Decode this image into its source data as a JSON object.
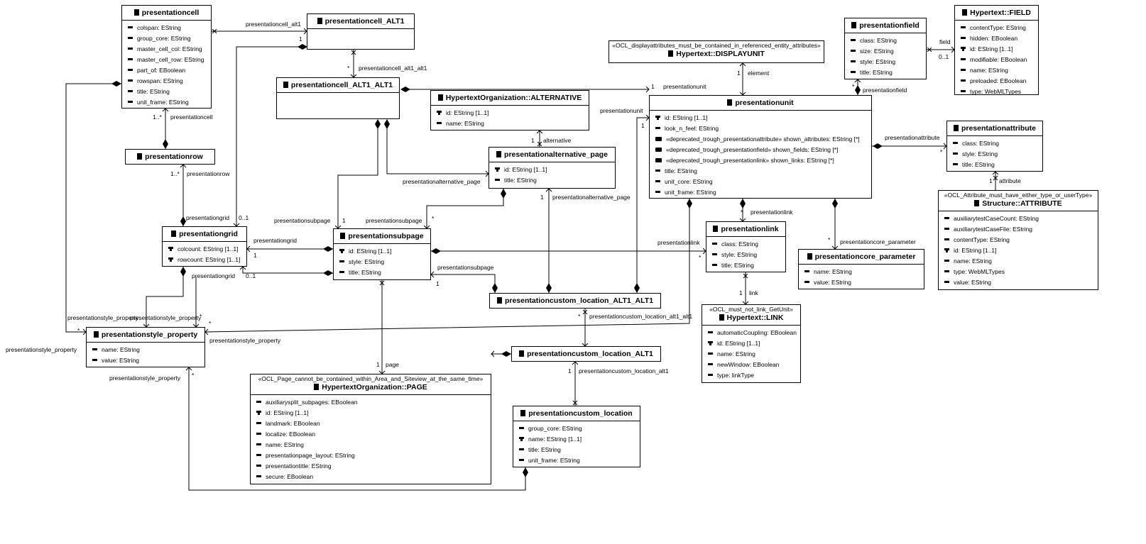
{
  "classes": {
    "presentationcell": {
      "title": "presentationcell",
      "attributes": [
        {
          "text": "colspan: EString",
          "icon": "attribute"
        },
        {
          "text": "group_core: EString",
          "icon": "attribute"
        },
        {
          "text": "master_cell_col: EString",
          "icon": "attribute"
        },
        {
          "text": "master_cell_row: EString",
          "icon": "attribute"
        },
        {
          "text": "part_of: EBoolean",
          "icon": "attribute"
        },
        {
          "text": "rowspan: EString",
          "icon": "attribute"
        },
        {
          "text": "title: EString",
          "icon": "attribute"
        },
        {
          "text": "unit_frame: EString",
          "icon": "attribute"
        }
      ]
    },
    "presentationcell_alt1": {
      "title": "presentationcell_ALT1",
      "attributes": []
    },
    "presentationcell_alt1_alt1": {
      "title": "presentationcell_ALT1_ALT1",
      "attributes": []
    },
    "alternative": {
      "title": "HypertextOrganization::ALTERNATIVE",
      "attributes": [
        {
          "text": "id: EString [1..1]",
          "icon": "key"
        },
        {
          "text": "name: EString",
          "icon": "attribute"
        }
      ]
    },
    "displayunit": {
      "stereotype": "«OCL_displayattributes_must_be_contained_in_referenced_entity_attributes»",
      "title": "Hypertext::DISPLAYUNIT",
      "attributes": []
    },
    "presentationfield": {
      "title": "presentationfield",
      "attributes": [
        {
          "text": "class: EString",
          "icon": "attribute"
        },
        {
          "text": "size: EString",
          "icon": "attribute"
        },
        {
          "text": "style: EString",
          "icon": "attribute"
        },
        {
          "text": "title: EString",
          "icon": "attribute"
        }
      ]
    },
    "field": {
      "title": "Hypertext::FIELD",
      "attributes": [
        {
          "text": "contentType: EString",
          "icon": "attribute"
        },
        {
          "text": "hidden: EBoolean",
          "icon": "attribute"
        },
        {
          "text": "id: EString [1..1]",
          "icon": "key"
        },
        {
          "text": "modifiable: EBoolean",
          "icon": "attribute"
        },
        {
          "text": "name: EString",
          "icon": "attribute"
        },
        {
          "text": "preloaded: EBoolean",
          "icon": "attribute"
        },
        {
          "text": "type: WebMLTypes",
          "icon": "attribute"
        }
      ]
    },
    "presentationrow": {
      "title": "presentationrow",
      "attributes": []
    },
    "presentationunit": {
      "title": "presentationunit",
      "attributes": [
        {
          "text": "id: EString [1..1]",
          "icon": "key"
        },
        {
          "text": "look_n_feel: EString",
          "icon": "attribute"
        },
        {
          "text": "«deprecated_trough_presentationattribute» shown_attributes: EString [*]",
          "icon": "derived"
        },
        {
          "text": "«deprecated_trough_presentationfield» shown_fields: EString [*]",
          "icon": "derived"
        },
        {
          "text": "«deprecated_trough_presentationlink» shown_links: EString [*]",
          "icon": "derived"
        },
        {
          "text": "title: EString",
          "icon": "attribute"
        },
        {
          "text": "unit_core: EString",
          "icon": "attribute"
        },
        {
          "text": "unit_frame: EString",
          "icon": "attribute"
        }
      ]
    },
    "presentationattribute": {
      "title": "presentationattribute",
      "attributes": [
        {
          "text": "class: EString",
          "icon": "attribute"
        },
        {
          "text": "style: EString",
          "icon": "attribute"
        },
        {
          "text": "title: EString",
          "icon": "attribute"
        }
      ]
    },
    "presentationalternative_page": {
      "title": "presentationalternative_page",
      "attributes": [
        {
          "text": "id: EString [1..1]",
          "icon": "key"
        },
        {
          "text": "title: EString",
          "icon": "attribute"
        }
      ]
    },
    "attribute": {
      "stereotype": "«OCL_Attribute_must_have_either_type_or_userType»",
      "title": "Structure::ATTRIBUTE",
      "attributes": [
        {
          "text": "auxiliarytestCaseCount: EString",
          "icon": "attribute"
        },
        {
          "text": "auxiliarytestCaseFile: EString",
          "icon": "attribute"
        },
        {
          "text": "contentType: EString",
          "icon": "attribute"
        },
        {
          "text": "id: EString [1..1]",
          "icon": "key"
        },
        {
          "text": "name: EString",
          "icon": "attribute"
        },
        {
          "text": "type: WebMLTypes",
          "icon": "attribute"
        },
        {
          "text": "value: EString",
          "icon": "attribute"
        }
      ]
    },
    "presentationgrid": {
      "title": "presentationgrid",
      "attributes": [
        {
          "text": "colcount: EString [1..1]",
          "icon": "key"
        },
        {
          "text": "rowcount: EString [1..1]",
          "icon": "key"
        }
      ]
    },
    "presentationsubpage": {
      "title": "presentationsubpage",
      "attributes": [
        {
          "text": "id: EString [1..1]",
          "icon": "key"
        },
        {
          "text": "style: EString",
          "icon": "attribute"
        },
        {
          "text": "title: EString",
          "icon": "attribute"
        }
      ]
    },
    "presentationlink": {
      "title": "presentationlink",
      "attributes": [
        {
          "text": "class: EString",
          "icon": "attribute"
        },
        {
          "text": "style: EString",
          "icon": "attribute"
        },
        {
          "text": "title: EString",
          "icon": "attribute"
        }
      ]
    },
    "presentationcore_parameter": {
      "title": "presentationcore_parameter",
      "attributes": [
        {
          "text": "name: EString",
          "icon": "attribute"
        },
        {
          "text": "value: EString",
          "icon": "attribute"
        }
      ]
    },
    "presentationcustom_location_alt1_alt1": {
      "title": "presentationcustom_location_ALT1_ALT1",
      "attributes": []
    },
    "link": {
      "stereotype": "«OCL_must_not_link_GetUnit»",
      "title": "Hypertext::LINK",
      "attributes": [
        {
          "text": "automaticCoupling: EBoolean",
          "icon": "attribute"
        },
        {
          "text": "id: EString [1..1]",
          "icon": "key"
        },
        {
          "text": "name: EString",
          "icon": "attribute"
        },
        {
          "text": "newWindow: EBoolean",
          "icon": "attribute"
        },
        {
          "text": "type: linkType",
          "icon": "attribute"
        }
      ]
    },
    "presentationstyle_property": {
      "title": "presentationstyle_property",
      "attributes": [
        {
          "text": "name: EString",
          "icon": "attribute"
        },
        {
          "text": "value: EString",
          "icon": "attribute"
        }
      ]
    },
    "presentationcustom_location_alt1": {
      "title": "presentationcustom_location_ALT1",
      "attributes": []
    },
    "page": {
      "stereotype": "«OCL_Page_cannot_be_contained_within_Area_and_Siteview_at_the_same_time»",
      "title": "HypertextOrganization::PAGE",
      "attributes": [
        {
          "text": "auxiliarysplit_subpages: EBoolean",
          "icon": "attribute"
        },
        {
          "text": "id: EString [1..1]",
          "icon": "key"
        },
        {
          "text": "landmark: EBoolean",
          "icon": "attribute"
        },
        {
          "text": "localize: EBoolean",
          "icon": "attribute"
        },
        {
          "text": "name: EString",
          "icon": "attribute"
        },
        {
          "text": "presentationpage_layout: EString",
          "icon": "attribute"
        },
        {
          "text": "presentationtitle: EString",
          "icon": "attribute"
        },
        {
          "text": "secure: EBoolean",
          "icon": "attribute"
        }
      ]
    },
    "presentationcustom_location": {
      "title": "presentationcustom_location",
      "attributes": [
        {
          "text": "group_core: EString",
          "icon": "attribute"
        },
        {
          "text": "name: EString [1..1]",
          "icon": "key"
        },
        {
          "text": "title: EString",
          "icon": "attribute"
        },
        {
          "text": "unit_frame: EString",
          "icon": "attribute"
        }
      ]
    }
  },
  "edge_labels": [
    "presentationcell_alt1",
    "1",
    "presentationcell_alt1_alt1",
    "*",
    "presentationunit",
    "1",
    "element",
    "1",
    "field",
    "0..1",
    "presentationfield",
    "*",
    "presentationunit",
    "1",
    "presentationcell",
    "1..*",
    "presentationattribute",
    "*",
    "alternative",
    "1",
    "attribute",
    "1",
    "presentationrow",
    "1..*",
    "presentationalternative_page",
    "presentationalternative_page",
    "1",
    "presentationgrid",
    "0..1",
    "presentationsubpage",
    "1",
    "presentationsubpage",
    "*",
    "presentationlink",
    "*",
    "presentationcore_parameter",
    "*",
    "presentationgrid",
    "1",
    "presentationlink",
    "*",
    "presentationsubpage",
    "1",
    "presentationgrid",
    "0..1",
    "presentationstyle_property",
    "presentationstyle_property",
    "*",
    "presentationstyle_property",
    "*",
    "link",
    "1",
    "presentationcustom_location_alt1_alt1",
    "*",
    "presentationstyle_property",
    "1",
    "page",
    "1",
    "presentationcustom_location_alt1",
    "presentationstyle_property",
    "*"
  ]
}
